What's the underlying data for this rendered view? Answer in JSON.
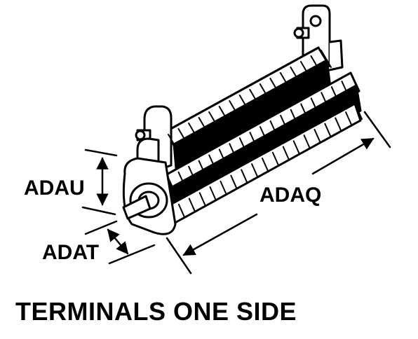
{
  "labels": {
    "height_dim": "ADAU",
    "depth_dim": "ADAT",
    "length_dim": "ADAQ"
  },
  "caption": "TERMINALS ONE SIDE",
  "colors": {
    "ink": "#000000",
    "paper": "#ffffff"
  }
}
